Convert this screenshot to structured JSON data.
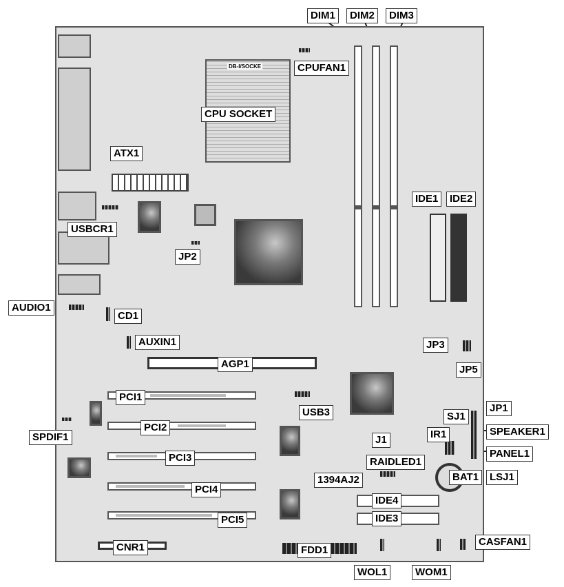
{
  "labels": {
    "dim1": "DIM1",
    "dim2": "DIM2",
    "dim3": "DIM3",
    "cpufan1": "CPUFAN1",
    "cpu_socket": "CPU SOCKET",
    "atx1": "ATX1",
    "ide1": "IDE1",
    "ide2": "IDE2",
    "usbcr1": "USBCR1",
    "jp2": "JP2",
    "audio1": "AUDIO1",
    "cd1": "CD1",
    "auxin1": "AUXIN1",
    "jp3": "JP3",
    "jp5": "JP5",
    "agp1": "AGP1",
    "pci1": "PCI1",
    "usb3": "USB3",
    "jp1": "JP1",
    "sj1": "SJ1",
    "spdif1": "SPDIF1",
    "pci2": "PCI2",
    "ir1": "IR1",
    "speaker1": "SPEAKER1",
    "j1": "J1",
    "panel1": "PANEL1",
    "pci3": "PCI3",
    "raidled1": "RAIDLED1",
    "bat1": "BAT1",
    "lsj1": "LSJ1",
    "1394aj2": "1394AJ2",
    "pci4": "PCI4",
    "ide4": "IDE4",
    "ide3": "IDE3",
    "pci5": "PCI5",
    "casfan1": "CASFAN1",
    "cnr1": "CNR1",
    "fdd1": "FDD1",
    "wol1": "WOL1",
    "wom1": "WOM1",
    "socket_marking": "DB-I/SOCKE"
  }
}
